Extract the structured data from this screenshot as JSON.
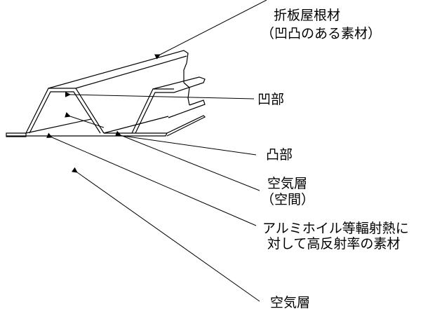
{
  "labels": {
    "roof_material": "折板屋根材",
    "roof_material_note": "（凹凸のある素材）",
    "concave": "凹部",
    "convex": "凸部",
    "air_layer_space": "空気層",
    "air_layer_space_note": "（空間）",
    "reflective_line1": "アルミホイル等輻射熱に",
    "reflective_line2": "対して高反射率の素材",
    "air_layer": "空気層"
  }
}
